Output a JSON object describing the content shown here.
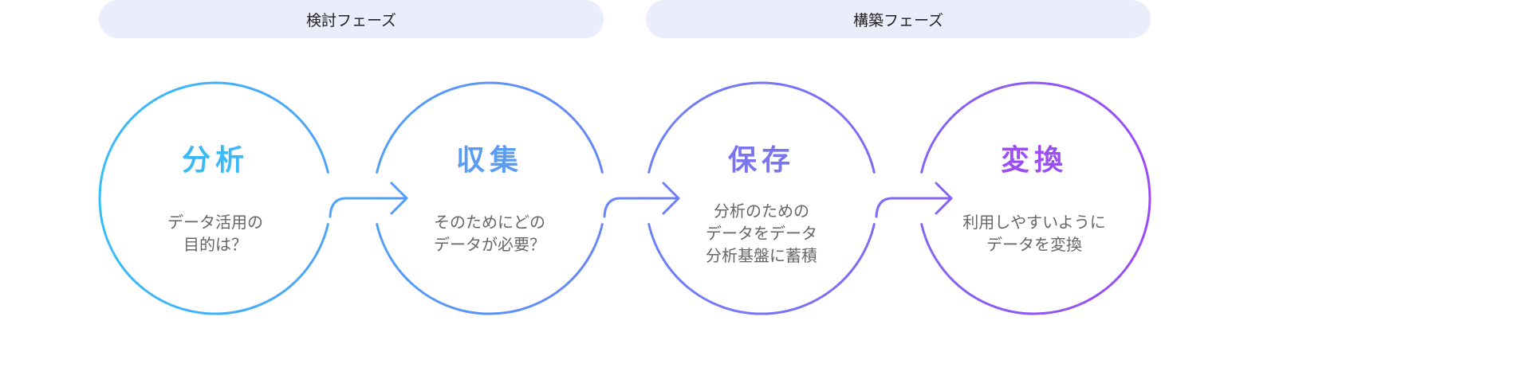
{
  "phases": [
    {
      "label": "検討フェーズ"
    },
    {
      "label": "構築フェーズ"
    }
  ],
  "steps": [
    {
      "title": "分析",
      "lines": [
        "データ活用の",
        "目的は？"
      ],
      "color": "#3bb9f6"
    },
    {
      "title": "収集",
      "lines": [
        "そのためにどの",
        "データが必要？"
      ],
      "color": "#5a9cf4"
    },
    {
      "title": "保存",
      "lines": [
        "分析のための",
        "データをデータ",
        "分析基盤に蓄積"
      ],
      "color": "#7a74ef"
    },
    {
      "title": "変換",
      "lines": [
        "利用しやすいように",
        "データを変換"
      ],
      "color": "#9b4ef3"
    }
  ],
  "gradient": {
    "start": "#38bdf8",
    "end": "#9b4bf5"
  }
}
